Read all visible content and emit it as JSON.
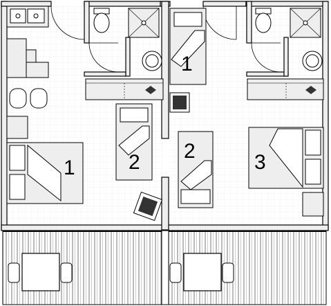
{
  "diagram": {
    "type": "floor-plan",
    "units": 2,
    "apartment_left": {
      "beds": [
        {
          "label": "1",
          "kind": "double"
        },
        {
          "label": "2",
          "kind": "single"
        }
      ],
      "has_kitchen": true,
      "has_bathroom": true,
      "has_dining_table": true,
      "has_terrace": true
    },
    "apartment_right": {
      "beds": [
        {
          "label": "1",
          "kind": "single"
        },
        {
          "label": "2",
          "kind": "single"
        },
        {
          "label": "3",
          "kind": "double"
        }
      ],
      "has_bathroom": true,
      "has_terrace": true
    }
  },
  "colors": {
    "background": "#ffffff",
    "wall": "#000000",
    "fill": "#eeeeee",
    "grid": "#e3e3e3",
    "line": "#333333"
  },
  "icons": [
    "sink-icon",
    "toilet-icon",
    "shower-icon",
    "washbasin-icon",
    "tv-icon",
    "chair-icon",
    "table-icon",
    "door-swing-icon"
  ]
}
